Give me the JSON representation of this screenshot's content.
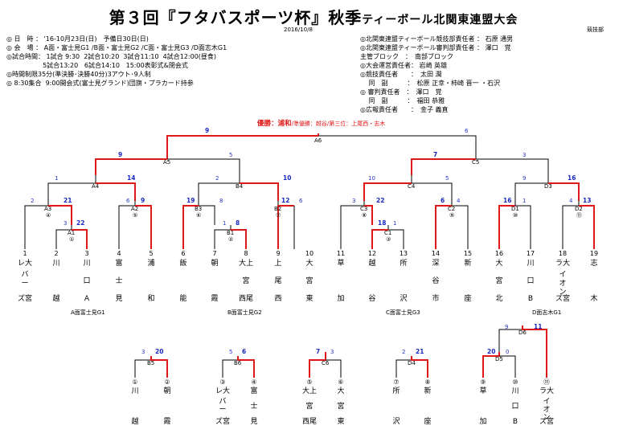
{
  "header": {
    "title": "第３回『フタバスポーツ杯』秋季",
    "title_sub": "ティーボール北関東連盟大会",
    "date": "2016/10/8",
    "dept": "競技部"
  },
  "info_left": [
    "◎ 日　時 ： '16-10月23日(日)　予備日30日(日)",
    "◎ 会　場 ： A面・富士見G1 /B面・富士見G2 /C面・富士見G3 /D面志木G1",
    "◎試合時間： 1試合 9:30  2試合10:20  3試合11:10  4試合12:00(昼食)",
    "　　　　　  5試合13:20   6試合14:10   15:00表彰式&閉会式",
    "◎時間制限35分(準決勝･決勝40分)3アウト･9人制",
    "◎ 8:30集合  9:00開会式(富士見グランド)団旗・プラカード持参"
  ],
  "info_right": [
    "◎北関東連盟ティーボール競技部責任者 ： 石原 通男",
    "◎北関東連盟ティーボール審判部責任者 ： 澤口　覚",
    "主管ブロック　：　南部ブロック",
    "◎大会運営責任者： 岩崎 英雄",
    "◎競技責任者　　：　太田 潤",
    "　 同　副　　　：　松原 正幸・柿崎 晋一 ・石沢",
    "◎ 審判責任者　：　澤口　覚",
    "　 同　副　　　：　福田 恭雅",
    "◎広報責任者　　：　金子 義直"
  ],
  "result": {
    "champion": "優勝：浦和",
    "rest": "/準優勝：越谷/第三位：上尾西・志木"
  },
  "match_labels": [
    "A6",
    "A5",
    "C5",
    "A4",
    "B4",
    "C4",
    "D3",
    "A3",
    "A2",
    "B3",
    "B2",
    "C3",
    "C2",
    "D1",
    "D2",
    "A1",
    "B1",
    "C1",
    "B5",
    "B6",
    "C6",
    "D4",
    "D6",
    "D5"
  ],
  "scores": [
    "9",
    "6",
    "9",
    "5",
    "7",
    "3",
    "1",
    "14",
    "2",
    "10",
    "10",
    "5",
    "9",
    "16",
    "2",
    "21",
    "6",
    "9",
    "19",
    "8",
    "12",
    "6",
    "3",
    "22",
    "6",
    "4",
    "16",
    "1",
    "4",
    "13",
    "3",
    "22",
    "1",
    "8",
    "18",
    "1",
    "3",
    "20",
    "5",
    "6",
    "7",
    "3",
    "2",
    "21",
    "9",
    "11",
    "20",
    "0"
  ],
  "numbers": [
    "1",
    "2",
    "3",
    "4",
    "5",
    "6",
    "7",
    "8",
    "9",
    "10",
    "11",
    "12",
    "13",
    "14",
    "15",
    "16",
    "17",
    "18",
    "19"
  ],
  "circled": [
    "④",
    "①",
    "⑤",
    "⑥",
    "②",
    "⑦",
    "⑧",
    "③",
    "⑨",
    "⑩",
    "⑪",
    "①",
    "②",
    "③",
    "④",
    "⑤",
    "⑥",
    "⑦",
    "⑧",
    "⑨",
    "⑩",
    "⑪"
  ],
  "teams": [
    {
      "top": "レ大",
      "mid": "バ\nー",
      "bot": "ズ宮"
    },
    {
      "top": "川",
      "mid": "",
      "bot": "越"
    },
    {
      "top": "川",
      "mid": "口",
      "bot": "A"
    },
    {
      "top": "富",
      "mid": "士",
      "bot": "見"
    },
    {
      "top": "浦",
      "mid": "",
      "bot": "和"
    },
    {
      "top": "飯",
      "mid": "",
      "bot": "能"
    },
    {
      "top": "朝",
      "mid": "",
      "bot": "霞"
    },
    {
      "top": "大上",
      "mid": "宮",
      "bot": "西尾"
    },
    {
      "top": "上",
      "mid": "尾",
      "bot": "西"
    },
    {
      "top": "大",
      "mid": "宮",
      "bot": "東"
    },
    {
      "top": "草",
      "mid": "",
      "bot": "加"
    },
    {
      "top": "越",
      "mid": "",
      "bot": "谷"
    },
    {
      "top": "所",
      "mid": "",
      "bot": "沢"
    },
    {
      "top": "深",
      "mid": "谷",
      "bot": "市"
    },
    {
      "top": "新",
      "mid": "",
      "bot": "座"
    },
    {
      "top": "大",
      "mid": "宮",
      "bot": "北"
    },
    {
      "top": "川",
      "mid": "口",
      "bot": "B"
    },
    {
      "top": "ラ大",
      "mid": "イ\nオ\nン",
      "bot": "ズ宮"
    },
    {
      "top": "志",
      "mid": "",
      "bot": "木"
    }
  ],
  "venues": [
    "A面富士見G1",
    "B面富士見G2",
    "C面富士見G3",
    "D面志木G1"
  ],
  "cons_teams": [
    {
      "top": "川",
      "mid": "",
      "bot": "越"
    },
    {
      "top": "朝",
      "mid": "",
      "bot": "霞"
    },
    {
      "top": "レ大",
      "mid": "バ\nー",
      "bot": "ズ宮"
    },
    {
      "top": "富",
      "mid": "士",
      "bot": "見"
    },
    {
      "top": "大上",
      "mid": "宮",
      "bot": "西尾"
    },
    {
      "top": "大",
      "mid": "宮",
      "bot": "東"
    },
    {
      "top": "所",
      "mid": "",
      "bot": "沢"
    },
    {
      "top": "新",
      "mid": "",
      "bot": "座"
    },
    {
      "top": "草",
      "mid": "",
      "bot": "加"
    },
    {
      "top": "川",
      "mid": "口",
      "bot": "B"
    },
    {
      "top": "ラ大",
      "mid": "イ\nオ\nン",
      "bot": "ズ宮"
    }
  ]
}
